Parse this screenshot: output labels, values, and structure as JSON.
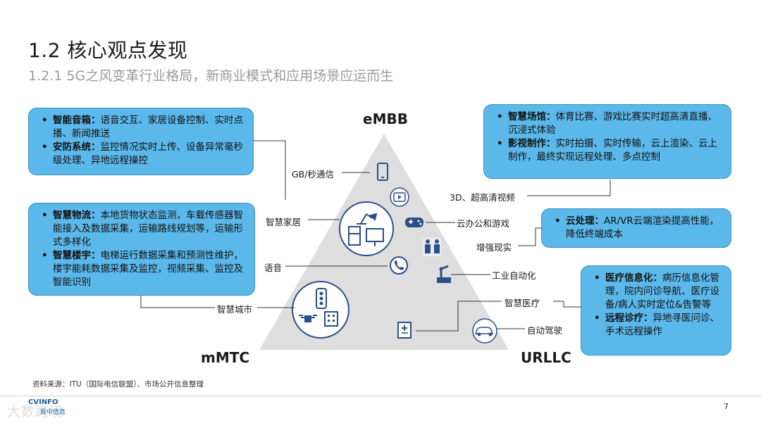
{
  "title": "1.2 核心观点发现",
  "subtitle": "1.2.1 5G之风变革行业格局，新商业模式和应用场景应运而生",
  "corners": {
    "top": "eMBB",
    "left": "mMTC",
    "right": "URLLC"
  },
  "boxes": {
    "top_left": [
      {
        "name": "智能音箱：",
        "text": "语音交互、家居设备控制、实时点播、新闻推送"
      },
      {
        "name": "安防系统：",
        "text": "监控情况实时上传、设备异常毫秒级处理、异地远程操控"
      }
    ],
    "mid_left": [
      {
        "name": "智慧物流：",
        "text": "本地货物状态监测，车载传感器智能接入及数据采集，运输路线规划等，运输形式多样化"
      },
      {
        "name": "智慧楼宇：",
        "text": "电梯运行数据采集和预测性维护，楼宇能耗数据采集及监控，视频采集、监控及智能识别"
      }
    ],
    "top_right": [
      {
        "name": "智慧场馆：",
        "text": "体育比赛、游戏比赛实时超高清直播、沉浸式体验"
      },
      {
        "name": "影视制作：",
        "text": "实时拍摄、实时传输，云上渲染、云上制作，最终实现远程处理、多点控制"
      }
    ],
    "mid_right": [
      {
        "name": "云处理：",
        "text": "AR/VR云端渲染提高性能，降低终端成本"
      }
    ],
    "bottom_right": [
      {
        "name": "医疗信息化：",
        "text": "病历信息化管理，院内问诊导航、医疗设备/病人实时定位&告警等"
      },
      {
        "name": "远程诊疗：",
        "text": "异地寻医问诊、手术远程操作"
      }
    ]
  },
  "labels": {
    "gb": "GB/秒通信",
    "smart_home": "智慧家居",
    "voice": "语音",
    "smart_city": "智慧城市",
    "video3d": "3D、超高清视频",
    "cloud_game": "云办公和游戏",
    "ar": "增强现实",
    "industry": "工业自动化",
    "medical": "智慧医疗",
    "autodrive": "自动驾驶"
  },
  "footer": {
    "source": "资料来源：ITU（国际电信联盟）、市场公开信息整理",
    "logo": "CVINFO",
    "logo_sub": "投中信息",
    "watermark": "大数跨境",
    "page": "7"
  },
  "colors": {
    "box": "#5bb8ea",
    "box_border": "#3a8fc4",
    "triangle": "#dedede",
    "icon": "#2a4f8a"
  }
}
